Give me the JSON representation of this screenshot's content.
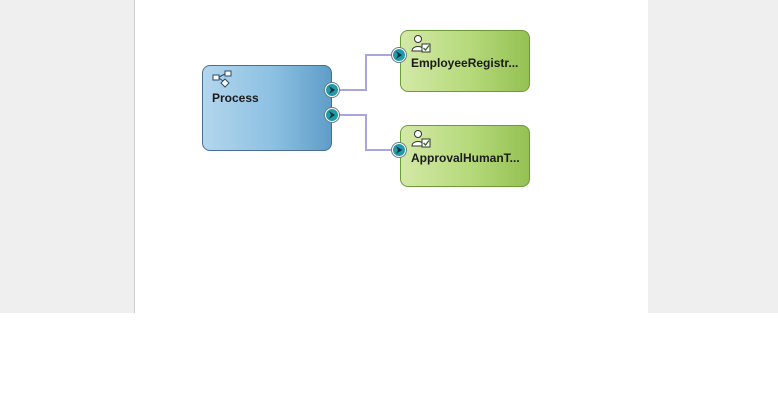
{
  "process": {
    "label": "Process",
    "icon": "process-flow-icon"
  },
  "tasks": [
    {
      "label": "EmployeeRegistr...",
      "icon": "human-task-icon"
    },
    {
      "label": "ApprovalHumanT...",
      "icon": "human-task-icon"
    }
  ],
  "colors": {
    "process_fill": "#8cc0e2",
    "process_border": "#4a6f8e",
    "task_fill": "#b5d97a",
    "task_border": "#6e9a3a",
    "wire": "#a7a7de",
    "port": "#1f9aa8"
  }
}
